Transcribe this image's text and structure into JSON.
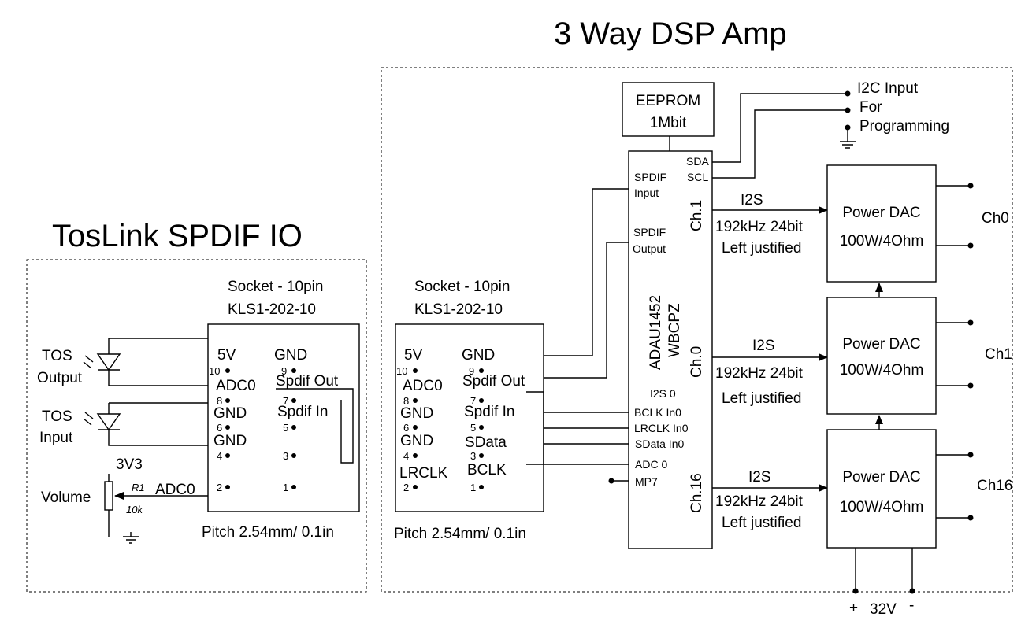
{
  "titles": {
    "tos": "TosLink SPDIF  IO",
    "dsp": "3 Way DSP Amp"
  },
  "tos": {
    "socket_title": "Socket - 10pin",
    "socket_part": "KLS1-202-10",
    "pitch": "Pitch 2.54mm/ 0.1in",
    "tos_output": [
      "TOS",
      "Output"
    ],
    "tos_input": [
      "TOS",
      "Input"
    ],
    "v3v3": "3V3",
    "volume": "Volume",
    "r1": "R1",
    "r1_value": "10k",
    "adc0_label": "ADC0",
    "pins": [
      {
        "num": "10",
        "name": "5V"
      },
      {
        "num": "9",
        "name": "GND"
      },
      {
        "num": "8",
        "name": "ADC0"
      },
      {
        "num": "7",
        "name": "Spdif Out"
      },
      {
        "num": "6",
        "name": "GND"
      },
      {
        "num": "5",
        "name": "Spdif In"
      },
      {
        "num": "4",
        "name": "GND"
      },
      {
        "num": "3",
        "name": ""
      },
      {
        "num": "2",
        "name": ""
      },
      {
        "num": "1",
        "name": ""
      }
    ]
  },
  "dsp": {
    "socket_title": "Socket - 10pin",
    "socket_part": "KLS1-202-10",
    "pitch": "Pitch 2.54mm/ 0.1in",
    "pins": [
      {
        "num": "10",
        "name": "5V"
      },
      {
        "num": "9",
        "name": "GND"
      },
      {
        "num": "8",
        "name": "ADC0"
      },
      {
        "num": "7",
        "name": "Spdif Out"
      },
      {
        "num": "6",
        "name": "GND"
      },
      {
        "num": "5",
        "name": "Spdif In"
      },
      {
        "num": "4",
        "name": "GND"
      },
      {
        "num": "3",
        "name": "SData"
      },
      {
        "num": "2",
        "name": "LRCLK"
      },
      {
        "num": "1",
        "name": "BCLK"
      }
    ],
    "eeprom": [
      "EEPROM",
      "1Mbit"
    ],
    "chip": [
      "ADAU1452",
      "WBCPZ"
    ],
    "chip_pins": {
      "sda": "SDA",
      "scl": "SCL",
      "spdif_in": [
        "SPDIF",
        "Input"
      ],
      "spdif_out": [
        "SPDIF",
        "Output"
      ],
      "i2s0": "I2S 0",
      "bclk": "BCLK In0",
      "lrclk": "LRCLK In0",
      "sdata": "SData In0",
      "adc0": "ADC 0",
      "mp7": "MP7"
    },
    "i2c": [
      "I2C Input",
      "For",
      "Programming"
    ],
    "channels": [
      {
        "port": "Ch.1",
        "bus": "I2S",
        "fmt": "192kHz 24bit",
        "just": "Left justified",
        "dac": "Power DAC",
        "power": "100W/4Ohm",
        "out": "Ch0"
      },
      {
        "port": "Ch.0",
        "bus": "I2S",
        "fmt": "192kHz 24bit",
        "just": "Left justified",
        "dac": "Power DAC",
        "power": "100W/4Ohm",
        "out": "Ch1"
      },
      {
        "port": "Ch.16",
        "bus": "I2S",
        "fmt": "192kHz 24bit",
        "just": "Left justified",
        "dac": "Power DAC",
        "power": "100W/4Ohm",
        "out": "Ch16"
      }
    ],
    "supply": {
      "plus": "+",
      "volt": "32V",
      "minus": "-"
    }
  }
}
